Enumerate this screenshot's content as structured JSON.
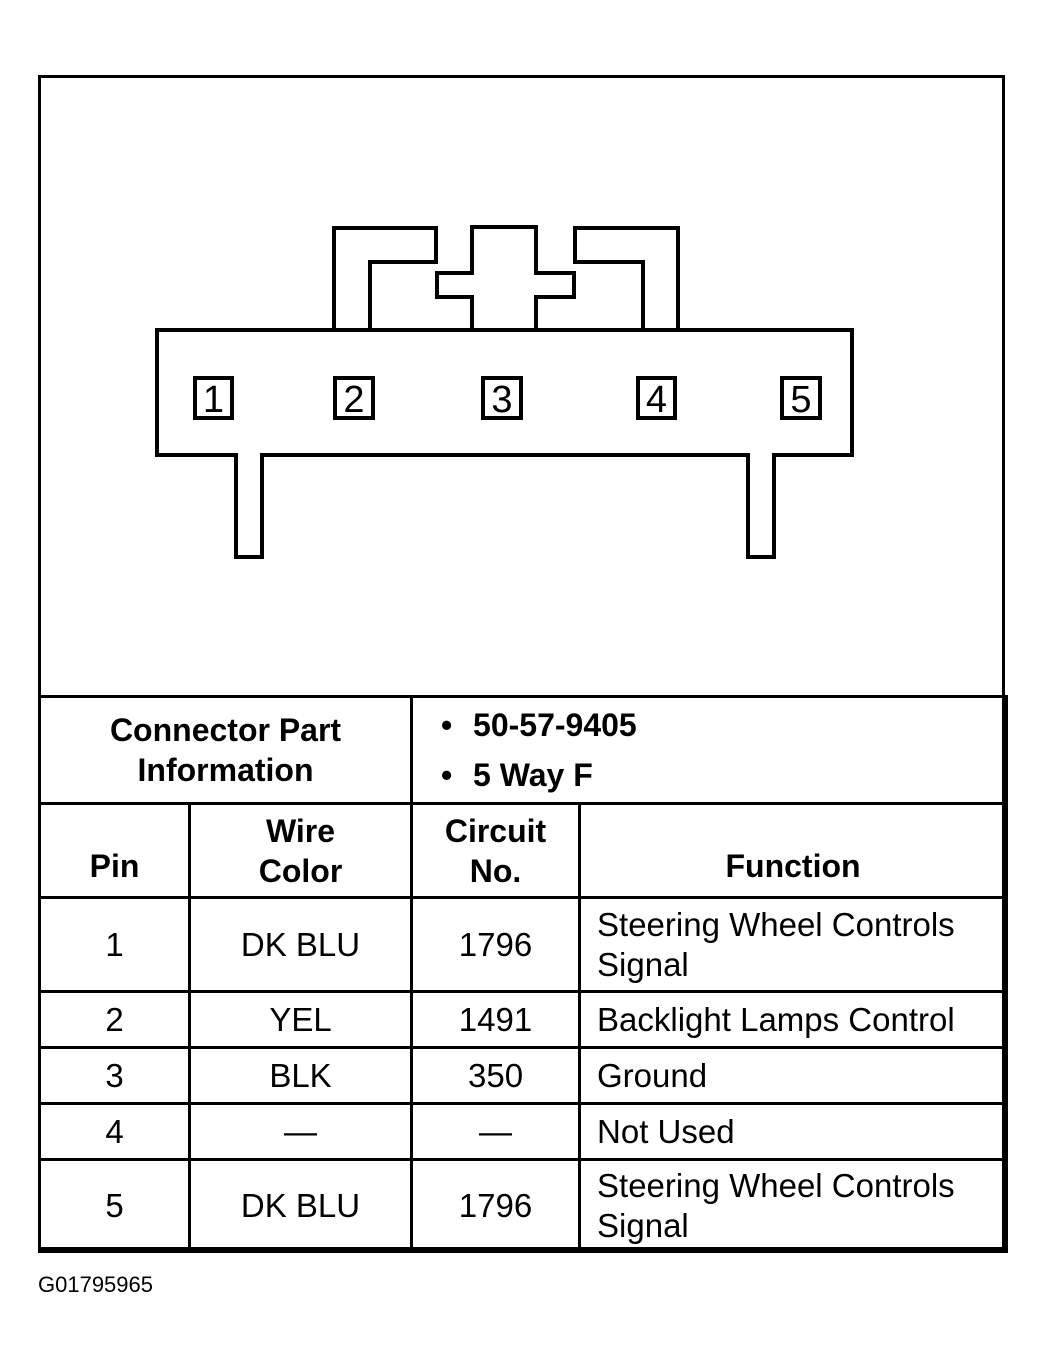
{
  "connector": {
    "pins": [
      "1",
      "2",
      "3",
      "4",
      "5"
    ]
  },
  "part_info": {
    "label_line1": "Connector Part",
    "label_line2": "Information",
    "bullets": [
      "50-57-9405",
      "5 Way F"
    ]
  },
  "table": {
    "headers": {
      "pin": "Pin",
      "wire_color_line1": "Wire",
      "wire_color_line2": "Color",
      "circuit_line1": "Circuit",
      "circuit_line2": "No.",
      "function": "Function"
    },
    "rows": [
      {
        "pin": "1",
        "wire_color": "DK BLU",
        "circuit": "1796",
        "function_line1": "Steering Wheel Controls",
        "function_line2": "Signal"
      },
      {
        "pin": "2",
        "wire_color": "YEL",
        "circuit": "1491",
        "function_line1": "Backlight Lamps Control",
        "function_line2": ""
      },
      {
        "pin": "3",
        "wire_color": "BLK",
        "circuit": "350",
        "function_line1": "Ground",
        "function_line2": ""
      },
      {
        "pin": "4",
        "wire_color": "—",
        "circuit": "—",
        "function_line1": "Not Used",
        "function_line2": ""
      },
      {
        "pin": "5",
        "wire_color": "DK BLU",
        "circuit": "1796",
        "function_line1": "Steering Wheel Controls",
        "function_line2": "Signal"
      }
    ]
  },
  "figure_id": "G01795965"
}
